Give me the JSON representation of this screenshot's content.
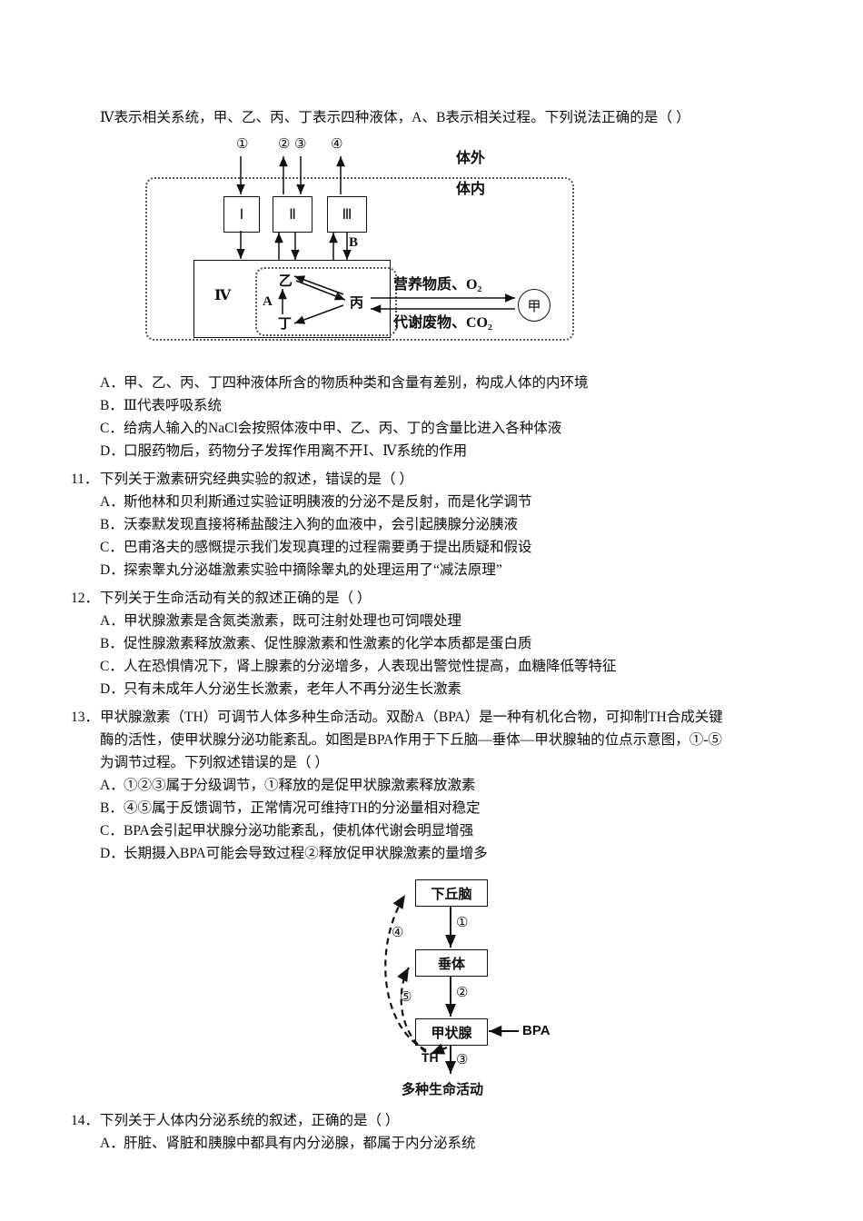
{
  "document": {
    "type": "exam-paper",
    "subject_hint": "biology"
  },
  "lead": {
    "text": "Ⅳ表示相关系统，甲、乙、丙、丁表示四种液体，A、B表示相关过程。下列说法正确的是（      ）"
  },
  "figure1": {
    "name": "internal-environment-diagram",
    "circled_numbers": [
      "①",
      "②",
      "③",
      "④"
    ],
    "arrow_directions": [
      "down",
      "up",
      "down",
      "up"
    ],
    "outside_label": "体外",
    "inside_label": "体内",
    "system_boxes": [
      "Ⅰ",
      "Ⅱ",
      "Ⅲ"
    ],
    "big_box_label": "Ⅳ",
    "process_b": "B",
    "process_a": "A",
    "fluids": {
      "yi": "乙",
      "bing": "丙",
      "ding": "丁",
      "jia": "甲"
    },
    "exchange_top": "营养物质、O₂",
    "exchange_bottom": "代谢废物、CO₂"
  },
  "q10_options": [
    {
      "label": "A．",
      "text": "甲、乙、丙、丁四种液体所含的物质种类和含量有差别，构成人体的内环境"
    },
    {
      "label": "B．",
      "text": "Ⅲ代表呼吸系统"
    },
    {
      "label": "C．",
      "text": "给病人输入的NaCl会按照体液中甲、乙、丙、丁的含量比进入各种体液"
    },
    {
      "label": "D．",
      "text": "口服药物后，药物分子发挥作用离不开Ⅰ、Ⅳ系统的作用"
    }
  ],
  "q11": {
    "number": "11．",
    "stem": "下列关于激素研究经典实验的叙述，错误的是（      ）",
    "options": [
      {
        "label": "A．",
        "text": "斯他林和贝利斯通过实验证明胰液的分泌不是反射，而是化学调节"
      },
      {
        "label": "B．",
        "text": "沃泰默发现直接将稀盐酸注入狗的血液中，会引起胰腺分泌胰液"
      },
      {
        "label": "C．",
        "text": "巴甫洛夫的感慨提示我们发现真理的过程需要勇于提出质疑和假设"
      },
      {
        "label": "D．",
        "text": "探索睾丸分泌雄激素实验中摘除睾丸的处理运用了“减法原理”"
      }
    ]
  },
  "q12": {
    "number": "12．",
    "stem": "下列关于生命活动有关的叙述正确的是（      ）",
    "options": [
      {
        "label": "A．",
        "text": "甲状腺激素是含氮类激素，既可注射处理也可饲喂处理"
      },
      {
        "label": "B．",
        "text": "促性腺激素释放激素、促性腺激素和性激素的化学本质都是蛋白质"
      },
      {
        "label": "C．",
        "text": "人在恐惧情况下，肾上腺素的分泌增多，人表现出警觉性提高，血糖降低等特征"
      },
      {
        "label": "D．",
        "text": "只有未成年人分泌生长激素，老年人不再分泌生长激素"
      }
    ]
  },
  "q13": {
    "number": "13．",
    "stem_lines": [
      "甲状腺激素（TH）可调节人体多种生命活动。双酚A（BPA）是一种有机化合物，可抑制TH合成关键",
      "酶的活性，使甲状腺分泌功能紊乱。如图是BPA作用于下丘脑—垂体—甲状腺轴的位点示意图，①-⑤",
      "为调节过程。下列叙述错误的是（      ）"
    ],
    "options": [
      {
        "label": "A．",
        "text": "①②③属于分级调节，①释放的是促甲状腺激素释放激素"
      },
      {
        "label": "B．",
        "text": "④⑤属于反馈调节，正常情况可维持TH的分泌量相对稳定"
      },
      {
        "label": "C．",
        "text": "BPA会引起甲状腺分泌功能紊乱，使机体代谢会明显增强"
      },
      {
        "label": "D．",
        "text": "长期摄入BPA可能会导致过程②释放促甲状腺激素的量增多"
      }
    ]
  },
  "figure2": {
    "name": "hpt-axis-diagram",
    "nodes": [
      {
        "id": "hypothalamus",
        "label": "下丘脑"
      },
      {
        "id": "pituitary",
        "label": "垂体"
      },
      {
        "id": "thyroid",
        "label": "甲状腺"
      }
    ],
    "process_labels": [
      "①",
      "②",
      "③",
      "④",
      "⑤"
    ],
    "bpa_label": "BPA",
    "th_label": "TH",
    "caption": "多种生命活动"
  },
  "q14": {
    "number": "14．",
    "stem": "下列关于人体内分泌系统的叙述，正确的是（      ）",
    "options": [
      {
        "label": "A．",
        "text": "肝脏、肾脏和胰腺中都具有内分泌腺，都属于内分泌系统"
      }
    ]
  },
  "colors": {
    "text": "#0d0d0d",
    "line": "#111111",
    "dotted": "#555555",
    "page_bg": "#ffffff"
  }
}
